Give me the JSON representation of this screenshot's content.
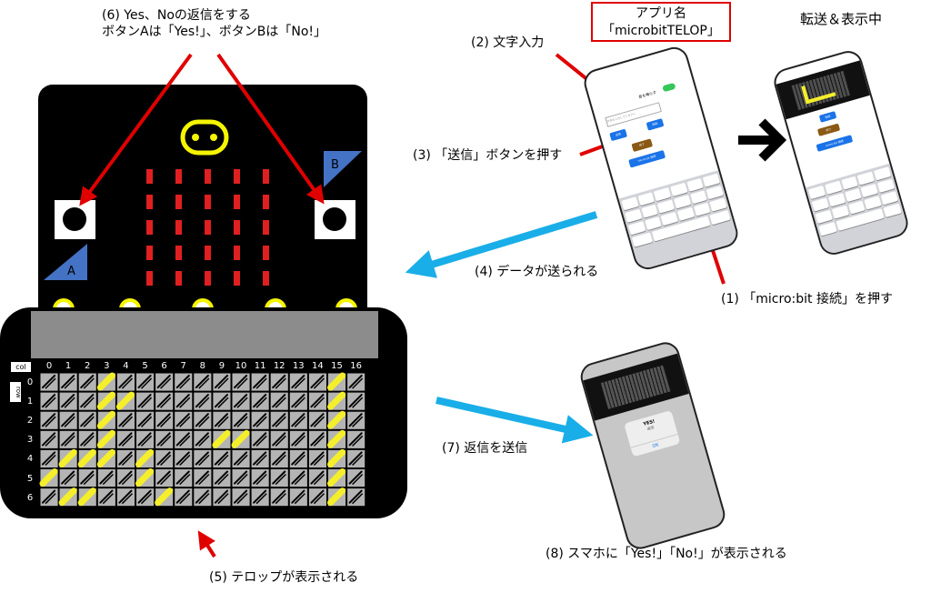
{
  "labels": {
    "step6_line1": "(6) Yes、Noの返信をする",
    "step6_line2": "ボタンAは「Yes!」、ボタンBは「No!」",
    "step2": "(2) 文字入力",
    "app_name_title": "アプリ名",
    "app_name_value": "「microbitTELOP」",
    "sending": "転送＆表示中",
    "step3": "(3) 「送信」ボタンを押す",
    "step4": "(4) データが送られる",
    "step1": "(1) 「micro:bit 接続」を押す",
    "step7": "(7) 返信を送信",
    "step8": "(8) スマホに「Yes!」「No!」が表示される",
    "step5": "(5) テロップが表示される"
  },
  "microbit": {
    "button_a": "A",
    "button_b": "B"
  },
  "grid": {
    "col_tag": "col",
    "row_tag": "row",
    "cols": [
      "0",
      "1",
      "2",
      "3",
      "4",
      "5",
      "6",
      "7",
      "8",
      "9",
      "10",
      "11",
      "12",
      "13",
      "14",
      "15",
      "16"
    ],
    "rows": [
      "0",
      "1",
      "2",
      "3",
      "4",
      "5",
      "6"
    ],
    "lit": [
      [
        3,
        0
      ],
      [
        15,
        0
      ],
      [
        3,
        1
      ],
      [
        4,
        1
      ],
      [
        15,
        1
      ],
      [
        3,
        2
      ],
      [
        15,
        2
      ],
      [
        3,
        3
      ],
      [
        9,
        3
      ],
      [
        10,
        3
      ],
      [
        15,
        3
      ],
      [
        2,
        4
      ],
      [
        3,
        4
      ],
      [
        5,
        4
      ],
      [
        15,
        4
      ],
      [
        1,
        4
      ],
      [
        0,
        5
      ],
      [
        5,
        5
      ],
      [
        15,
        5
      ],
      [
        1,
        6
      ],
      [
        2,
        6
      ],
      [
        6,
        6
      ],
      [
        15,
        6
      ]
    ]
  },
  "colors": {
    "arrow_red": "#e00000",
    "arrow_blue": "#19aee8",
    "led_red": "#e02020",
    "led_yellow": "#f4ef2a",
    "edge_yellow": "#f5f500"
  },
  "phone1": {
    "toggle_label": "音を鳴らす",
    "input_placeholder": "文字を入力してください",
    "send_btn": "送信",
    "clear_btn": "削除",
    "brown_btn": "終了",
    "connect_btn": "micro:bit 接続"
  },
  "phone2": {
    "clear_btn": "削除",
    "brown_btn": "終了",
    "connect_btn": "micro:bit 接続"
  },
  "phone3": {
    "dialog_title": "YES!",
    "dialog_body": "返信",
    "dialog_ok": "OK"
  }
}
